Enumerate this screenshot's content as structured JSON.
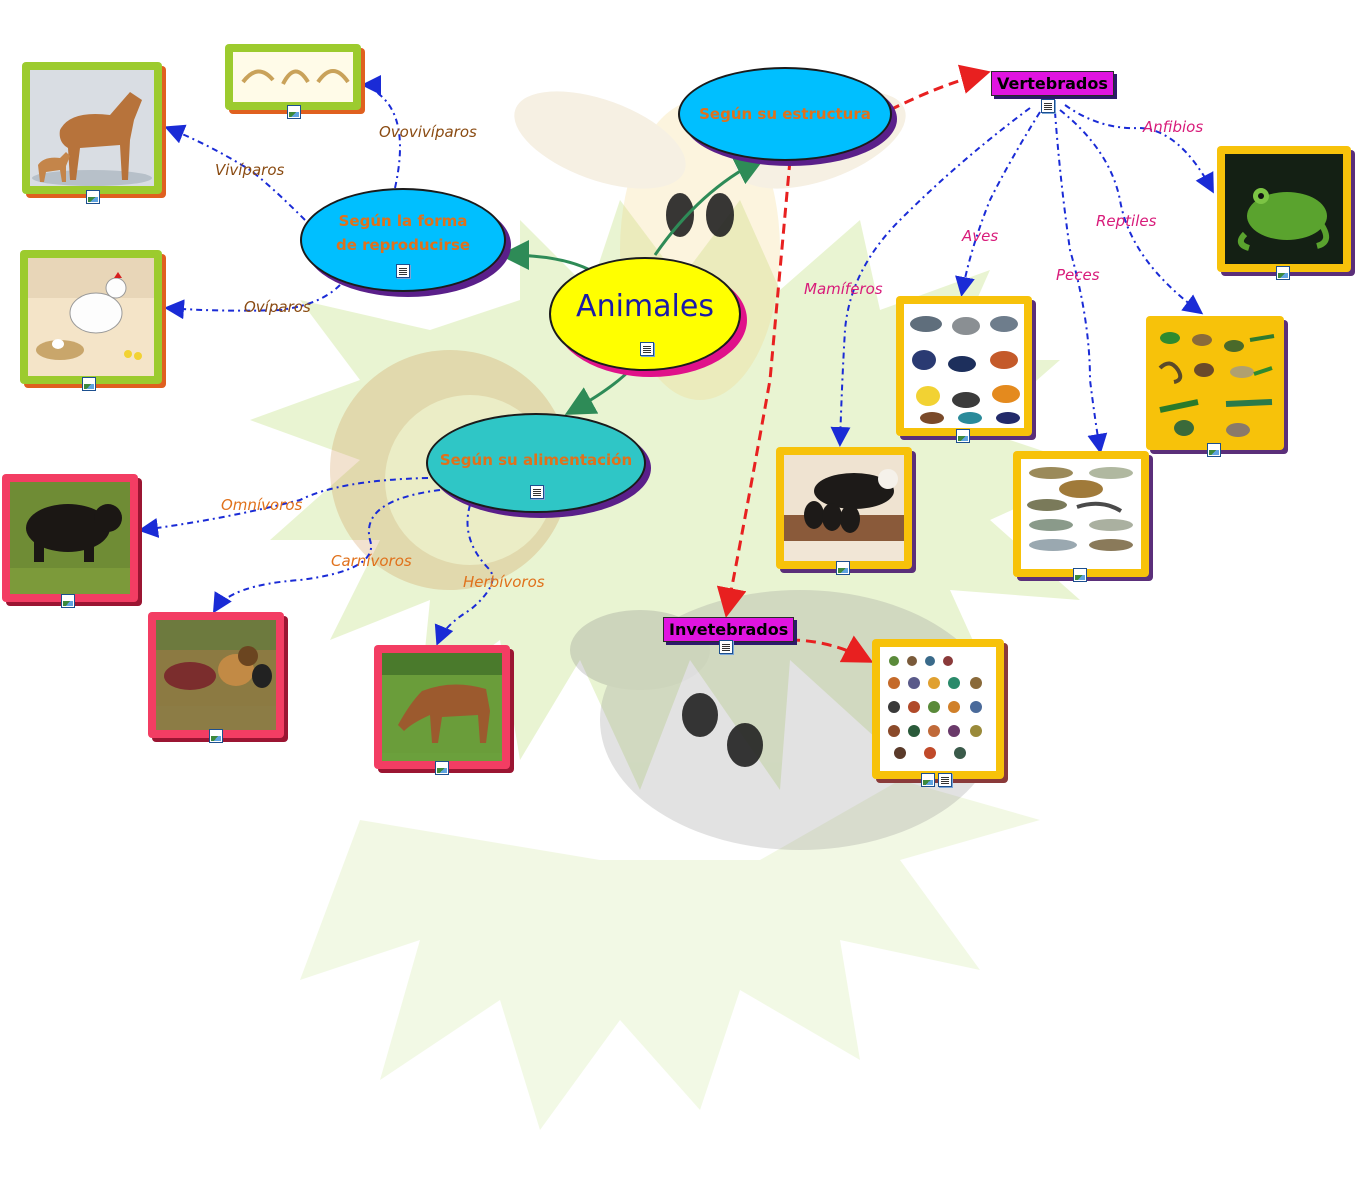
{
  "central": {
    "label": "Animales"
  },
  "branches": {
    "estructura": "Según su estructura",
    "reproduccion": "Según la forma de reproducirse",
    "alimentacion": "Según su alimentación"
  },
  "tags": {
    "vertebrados": "Vertebrados",
    "invertebrados": "Invetebrados"
  },
  "link_labels": {
    "viviparos": "Vivíparos",
    "ovoviviparos": "Ovovivíparos",
    "oviparos": "Ovíparos",
    "omnivoros": "Omnívoros",
    "carnivoros": "Carnívoros",
    "herbivoros": "Herbívoros",
    "anfibios": "Anfibios",
    "aves": "Aves",
    "reptiles": "Reptiles",
    "mamiferos": "Mamíferos",
    "peces": "Peces"
  },
  "colors": {
    "central_fill": "#ffff00",
    "central_text": "#1a1aa8",
    "branch_blue": "#00bfff",
    "branch_teal": "#2fc6c6",
    "branch_text": "#e0711b",
    "tag_fill": "#e014e0",
    "arrow_green": "#2e8b57",
    "arrow_red": "#e82020",
    "arrow_blue": "#1a2bd6"
  },
  "icons": [
    "document-icon",
    "image-icon"
  ]
}
